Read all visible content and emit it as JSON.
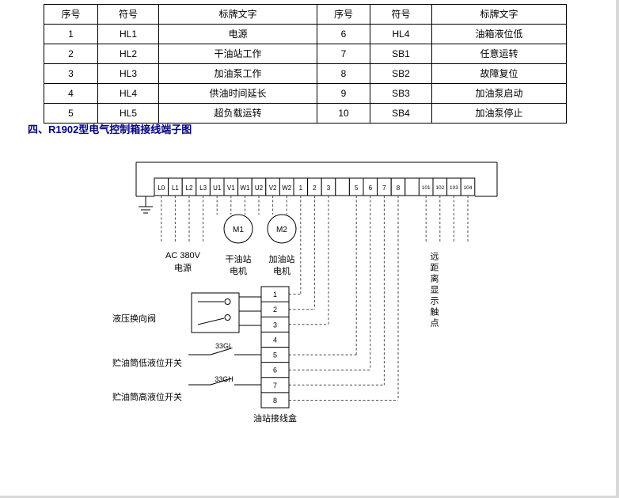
{
  "heading": "四、R1902型电气控制箱接线端子图",
  "table": {
    "headers": [
      "序号",
      "符号",
      "标牌文字",
      "序号",
      "符号",
      "标牌文字"
    ],
    "rows": [
      [
        "1",
        "HL1",
        "电源",
        "6",
        "HL4",
        "油箱液位低"
      ],
      [
        "2",
        "HL2",
        "干油站工作",
        "7",
        "SB1",
        "任意运转"
      ],
      [
        "3",
        "HL3",
        "加油泵工作",
        "8",
        "SB2",
        "故障复位"
      ],
      [
        "4",
        "HL4",
        "供油时间延长",
        "9",
        "SB3",
        "加油泵启动"
      ],
      [
        "5",
        "HL5",
        "超负载运转",
        "10",
        "SB4",
        "加油泵停止"
      ]
    ]
  },
  "diagram": {
    "terminals": [
      "L0",
      "L1",
      "L2",
      "L3",
      "U1",
      "V1",
      "W1",
      "U2",
      "V2",
      "W2",
      "1",
      "2",
      "3",
      "",
      "5",
      "6",
      "7",
      "8",
      "",
      "101",
      "102",
      "103",
      "104"
    ],
    "junction_box": {
      "cells": [
        "1",
        "2",
        "3",
        "4",
        "5",
        "6",
        "7",
        "8"
      ],
      "label": "油站接线盒"
    },
    "labels": {
      "power_line1": "AC 380V",
      "power_line2": "电源",
      "motor1": "M1",
      "motor1_caption1": "干油站",
      "motor1_caption2": "电机",
      "motor2": "M2",
      "motor2_caption1": "加油站",
      "motor2_caption2": "电机",
      "valve": "液压换向阀",
      "low_switch_tag": "33GL",
      "low_switch": "贮油筒低液位开关",
      "high_switch_tag": "33GH",
      "high_switch": "贮油筒高液位开关",
      "remote": "远距离显示触点"
    }
  }
}
